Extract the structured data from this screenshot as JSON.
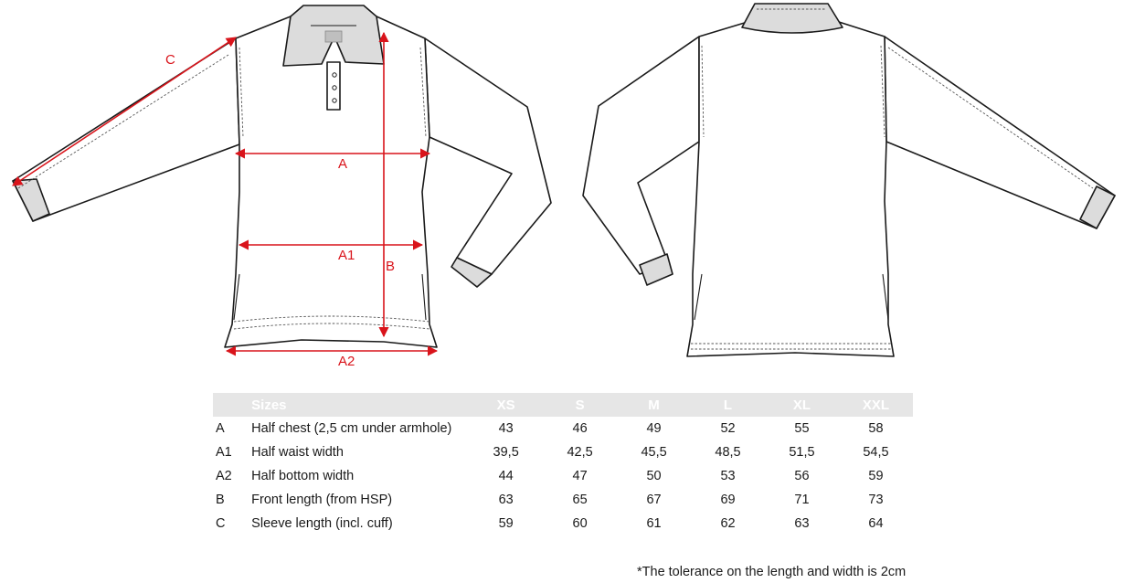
{
  "measurement_labels": {
    "A": "A",
    "A1": "A1",
    "A2": "A2",
    "B": "B",
    "C": "C"
  },
  "colors": {
    "measure": "#d9141b",
    "outline": "#1a1a1a",
    "collar": "#dcdcdc",
    "table_header_bg": "#e6e6e6"
  },
  "table": {
    "header": {
      "code": "",
      "name": "Sizes",
      "sizes": [
        "XS",
        "S",
        "M",
        "L",
        "XL",
        "XXL"
      ]
    },
    "rows": [
      {
        "code": "A",
        "name": "Half chest (2,5 cm under armhole)",
        "values": [
          "43",
          "46",
          "49",
          "52",
          "55",
          "58"
        ]
      },
      {
        "code": "A1",
        "name": "Half waist width",
        "values": [
          "39,5",
          "42,5",
          "45,5",
          "48,5",
          "51,5",
          "54,5"
        ]
      },
      {
        "code": "A2",
        "name": "Half bottom width",
        "values": [
          "44",
          "47",
          "50",
          "53",
          "56",
          "59"
        ]
      },
      {
        "code": "B",
        "name": "Front length (from HSP)",
        "values": [
          "63",
          "65",
          "67",
          "69",
          "71",
          "73"
        ]
      },
      {
        "code": "C",
        "name": "Sleeve length (incl. cuff)",
        "values": [
          "59",
          "60",
          "61",
          "62",
          "63",
          "64"
        ]
      }
    ]
  },
  "footnote": "*The tolerance on the length and width is 2cm"
}
